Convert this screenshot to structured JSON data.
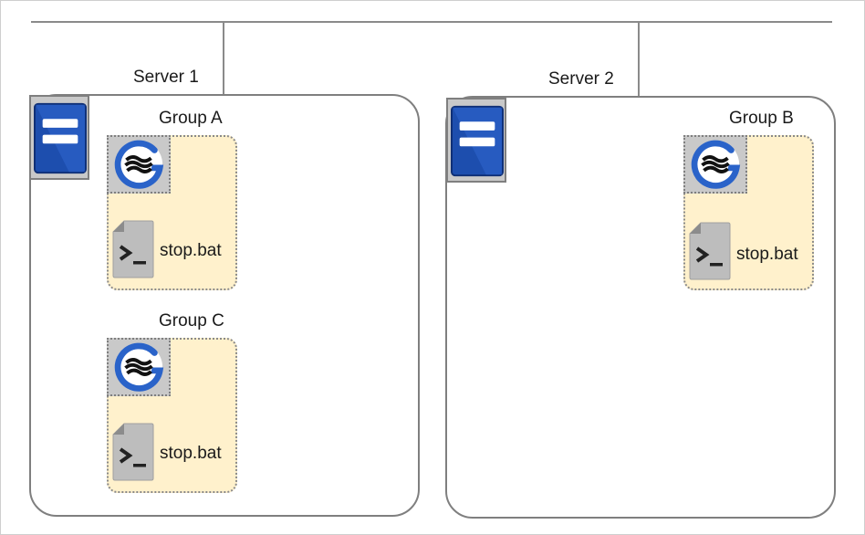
{
  "servers": [
    {
      "label": "Server 1",
      "icon": "server-icon"
    },
    {
      "label": "Server 2",
      "icon": "server-icon"
    }
  ],
  "groups": [
    {
      "label": "Group A",
      "resource_icon": "cluster-resource-icon",
      "script": "stop.bat",
      "script_icon": "script-file-icon"
    },
    {
      "label": "Group C",
      "resource_icon": "cluster-resource-icon",
      "script": "stop.bat",
      "script_icon": "script-file-icon"
    },
    {
      "label": "Group B",
      "resource_icon": "cluster-resource-icon",
      "script": "stop.bat",
      "script_icon": "script-file-icon"
    }
  ],
  "colors": {
    "group_fill": "#fff1cc",
    "server_icon_blue": "#1f4fb0",
    "border_gray": "#7f7f7f"
  }
}
